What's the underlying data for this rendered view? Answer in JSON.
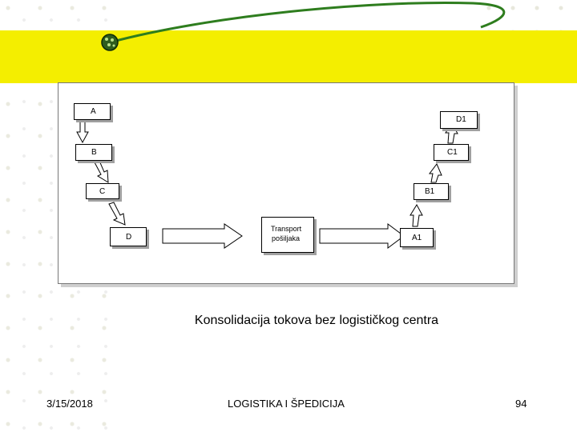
{
  "diagram": {
    "nodes": {
      "a": "A",
      "b": "B",
      "c": "C",
      "d": "D",
      "d1": "D1",
      "c1": "C1",
      "b1": "B1",
      "a1": "A1",
      "transport_line1": "Transport",
      "transport_line2": "pošiljaka"
    }
  },
  "caption": "Konsolidacija tokova bez logističkog centra",
  "footer": {
    "date": "3/15/2018",
    "title": "LOGISTIKA I ŠPEDICIJA",
    "page_number": "94"
  },
  "colors": {
    "band": "#f4ee00",
    "swoosh": "#2e7d1e"
  }
}
